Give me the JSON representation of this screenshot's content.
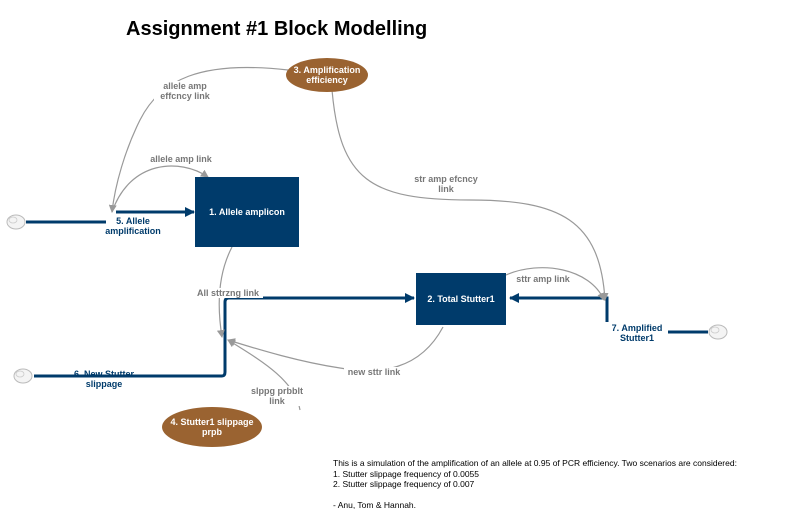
{
  "title": "Assignment #1 Block Modelling",
  "stocks": {
    "allele_amplicon": "1. Allele amplicon",
    "total_stutter": "2. Total Stutter1"
  },
  "converters": {
    "amplification_efficiency": "3. Amplification\nefficiency",
    "stutter_slippage": "4. Stutter1 slippage\nprpb"
  },
  "flows": {
    "allele_amplification": "5. Allele\namplification",
    "new_stutter_slippage": "6. New Stutter\nslippage",
    "amplified_stutter": "7. Amplified\nStutter1"
  },
  "links": {
    "allele_amp_effcncy": "allele amp\neffcncy link",
    "allele_amp": "allele amp link",
    "str_amp_efcncy": "str amp efcncy\nlink",
    "sttr_amp": "sttr amp link",
    "all_sttrzng": "All sttrzng link",
    "new_sttr": "new sttr link",
    "slppg_prbblt": "slppg prbblt\nlink"
  },
  "note": {
    "line1": "This is a simulation of the amplification of an allele at 0.95 of PCR efficiency. Two scenarios are considered:",
    "line2": "1. Stutter slippage frequency of 0.0055",
    "line3": "2. Stutter slippage frequency of 0.007",
    "line4": "- Anu, Tom & Hannah."
  },
  "colors": {
    "stock": "#003b6b",
    "converter": "#9a6331",
    "link": "#999999",
    "flow": "#003b6b"
  }
}
